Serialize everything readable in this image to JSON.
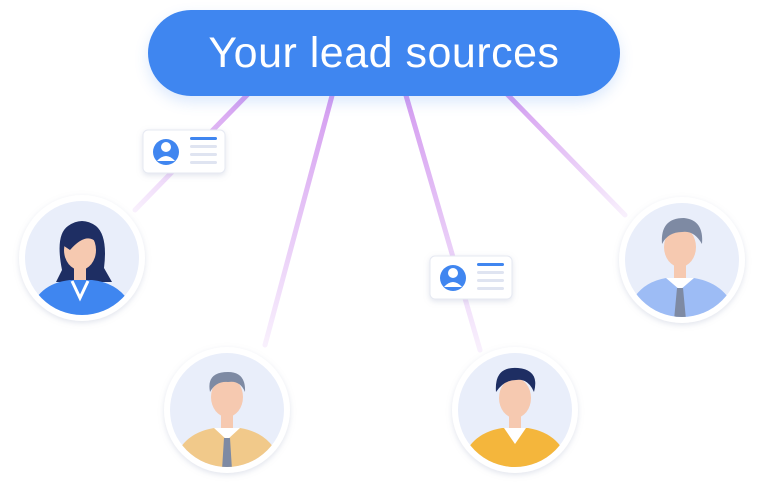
{
  "title": "Your lead sources",
  "colors": {
    "accent": "#3f86f0",
    "connector": "#d49cf0",
    "avatar_bg": "#e9eefa"
  },
  "people": [
    {
      "name": "woman-blue-blouse"
    },
    {
      "name": "older-man-yellow-shirt"
    },
    {
      "name": "young-man-yellow-sweater"
    },
    {
      "name": "man-blue-shirt"
    }
  ],
  "contact_cards": [
    {
      "name": "contact-card-left"
    },
    {
      "name": "contact-card-middle"
    }
  ]
}
